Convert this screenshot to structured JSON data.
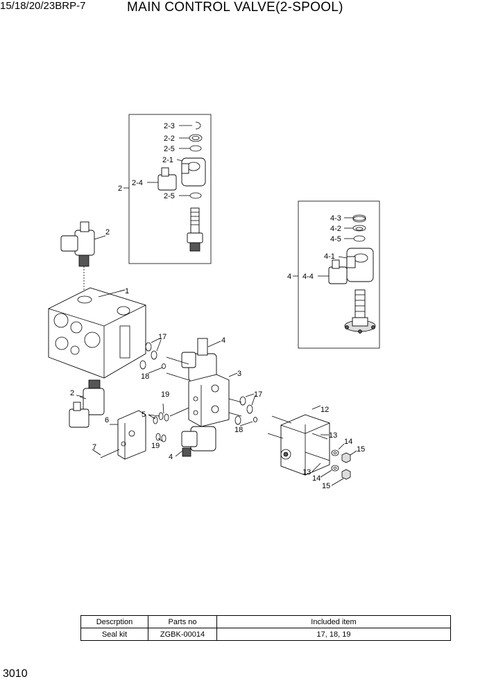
{
  "header": {
    "model": "15/18/20/23BRP-7",
    "title": "MAIN CONTROL VALVE(2-SPOOL)"
  },
  "page_number": "3010",
  "callouts": {
    "c2_3": "2-3",
    "c2_2": "2-2",
    "c2_5a": "2-5",
    "c2_1": "2-1",
    "c2_4": "2-4",
    "c2_5b": "2-5",
    "c2_box": "2",
    "c2_main": "2",
    "c1": "1",
    "c4_3": "4-3",
    "c4_2": "4-2",
    "c4_5": "4-5",
    "c4_1": "4-1",
    "c4_4": "4-4",
    "c4_box": "4",
    "c17a": "17",
    "c18a": "18",
    "c4_top": "4",
    "c3": "3",
    "c17b": "17",
    "c18b": "18",
    "c2_low": "2",
    "c6": "6",
    "c19a": "19",
    "c5": "5",
    "c19b": "19",
    "c7": "7",
    "c4_low": "4",
    "c12": "12",
    "c13a": "13",
    "c14a": "14",
    "c15a": "15",
    "c13b": "13",
    "c14b": "14",
    "c15b": "15"
  },
  "seal_table": {
    "headers": [
      "Descrption",
      "Parts no",
      "Included item"
    ],
    "rows": [
      [
        "Seal kit",
        "ZGBK-00014",
        "17, 18, 19"
      ]
    ]
  }
}
